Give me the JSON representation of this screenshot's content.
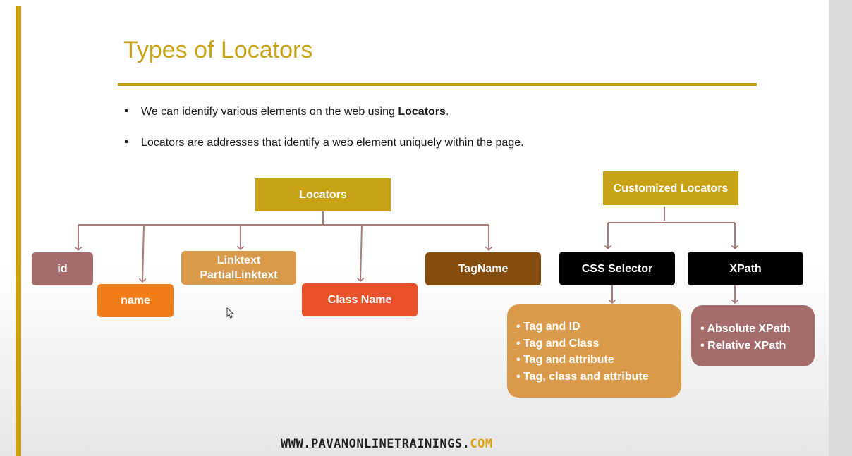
{
  "slide": {
    "title": "Types of Locators",
    "bullets": [
      {
        "text_before": "We can identify various elements on the web using ",
        "bold": "Locators",
        "text_after": "."
      },
      {
        "text": "Locators are addresses that identify a web element uniquely within the page."
      }
    ],
    "bullet_glyph": "▪"
  },
  "diagram": {
    "locators_root": "Locators",
    "locator_types": [
      {
        "label": "id",
        "color": "#a56c6c"
      },
      {
        "label": "name",
        "color": "#f07d17"
      },
      {
        "label_line1": "Linktext",
        "label_line2": "PartialLinktext",
        "color": "#d99a4c"
      },
      {
        "label": "Class Name",
        "color": "#e8522a"
      },
      {
        "label": "TagName",
        "color": "#854d0d"
      }
    ],
    "customized_root": "Customized Locators",
    "customized_types": [
      {
        "label": "CSS Selector",
        "color": "#000000"
      },
      {
        "label": "XPath",
        "color": "#000000"
      }
    ],
    "css_selector_options": [
      "Tag and ID",
      "Tag and Class",
      "Tag and attribute",
      "Tag, class and attribute"
    ],
    "xpath_options": [
      "Absolute XPath",
      "Relative XPath"
    ],
    "list_bullet": "•"
  },
  "footer": {
    "site": "WWW.PAVANONLINETRAININGS.",
    "tld": "COM"
  },
  "colors": {
    "accent": "#c8a215",
    "connector": "#a97b7b",
    "css_options_bg": "#d99a4c",
    "xpath_options_bg": "#a56c6c"
  }
}
